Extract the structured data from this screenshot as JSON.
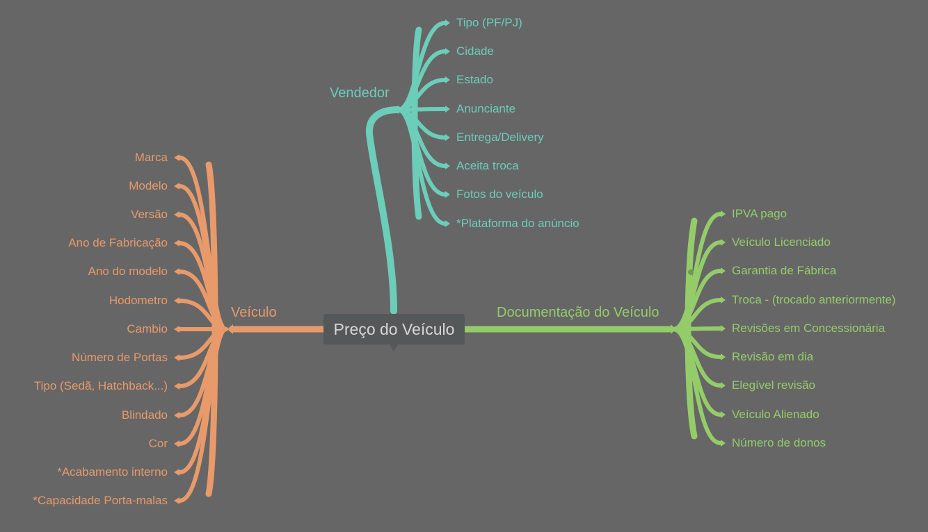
{
  "root": {
    "label": "Preço do Veículo"
  },
  "branches": {
    "vendedor": {
      "title": "Vendedor",
      "color": "#6ccdb9",
      "items": [
        "Tipo (PF/PJ)",
        "Cidade",
        "Estado",
        "Anunciante",
        "Entrega/Delivery",
        "Aceita troca",
        "Fotos do veículo",
        "*Plataforma do anúncio"
      ]
    },
    "veiculo": {
      "title": "Veículo",
      "color": "#e89a6b",
      "items": [
        "Marca",
        "Modelo",
        "Versão",
        "Ano de Fabricação",
        "Ano do modelo",
        "Hodometro",
        "Cambio",
        "Número de Portas",
        "Tipo (Sedã, Hatchback...)",
        "Blindado",
        "Cor",
        "*Acabamento interno",
        "*Capacidade Porta-malas"
      ]
    },
    "documentacao": {
      "title": "Documentação do Veículo",
      "color": "#95cc6a",
      "items": [
        "IPVA pago",
        "Veículo Licenciado",
        "Garantia de Fábrica",
        "Troca - (trocado anteriormente)",
        "Revisões em Concessionária",
        "Revisão em dia",
        "Elegível revisão",
        "Veículo Alienado",
        "Número de donos"
      ]
    }
  }
}
